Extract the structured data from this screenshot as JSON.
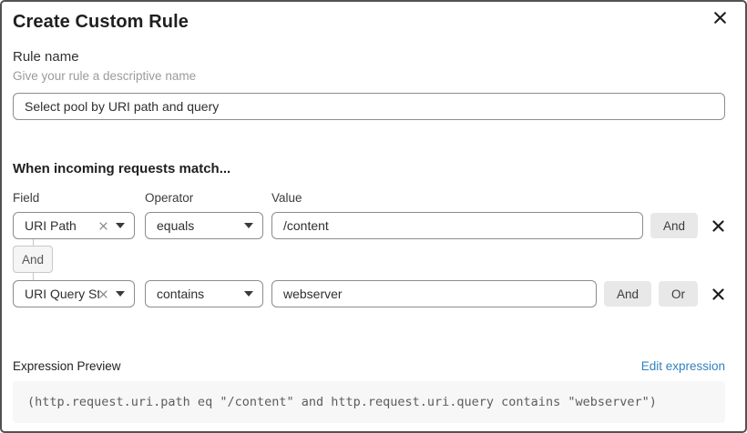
{
  "dialog": {
    "title": "Create Custom Rule"
  },
  "rule_name": {
    "label": "Rule name",
    "helper": "Give your rule a descriptive name",
    "value": "Select pool by URI path and query"
  },
  "match": {
    "heading": "When incoming requests match...",
    "columns": {
      "field": "Field",
      "operator": "Operator",
      "value": "Value"
    },
    "rows": [
      {
        "field": "URI Path",
        "operator": "equals",
        "value": "/content",
        "buttons": [
          "And"
        ]
      },
      {
        "field": "URI Query St...",
        "operator": "contains",
        "value": "webserver",
        "buttons": [
          "And",
          "Or"
        ]
      }
    ],
    "connector": "And"
  },
  "expression": {
    "label": "Expression Preview",
    "edit_link": "Edit expression",
    "code": "(http.request.uri.path eq \"/content\" and http.request.uri.query contains \"webserver\")"
  },
  "colors": {
    "link_blue": "#3182bd",
    "dialog_border": "#525252",
    "button_gray": "#e8e8e8",
    "code_background": "#f7f7f7"
  }
}
